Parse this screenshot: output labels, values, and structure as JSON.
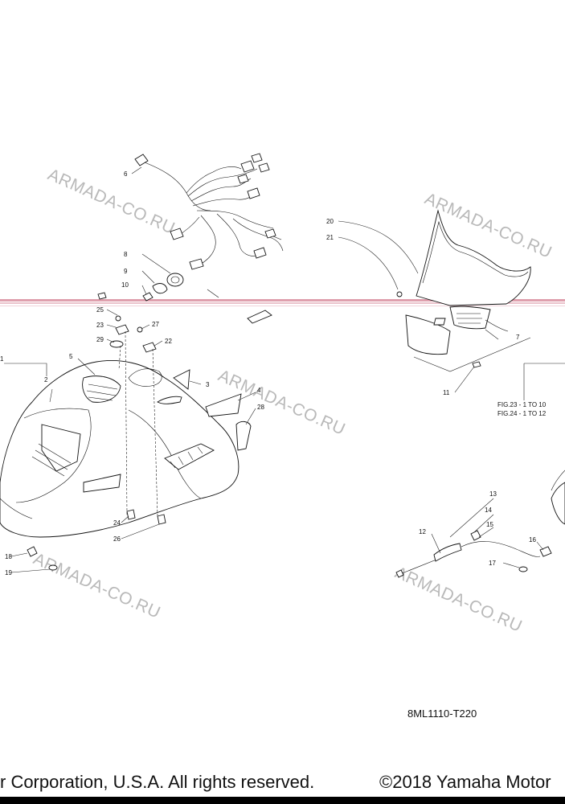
{
  "watermark": "ARMADA-CO.RU",
  "diagram_code": "8ML1110-T220",
  "figure_refs": [
    "FIG.23 - 1 TO 10",
    "FIG.24 - 1 TO 12"
  ],
  "footer": {
    "left": "r Corporation, U.S.A. All rights reserved.",
    "right": "©2018 Yamaha Motor"
  },
  "callouts": [
    "1",
    "2",
    "3",
    "4",
    "5",
    "6",
    "7",
    "8",
    "9",
    "10",
    "11",
    "12",
    "13",
    "14",
    "15",
    "16",
    "17",
    "18",
    "19",
    "20",
    "21",
    "22",
    "23",
    "24",
    "25",
    "26",
    "27",
    "28",
    "29"
  ],
  "colors": {
    "line": "#111111",
    "watermark": "#b9b9b9",
    "scan_streak": "#c4506a"
  }
}
